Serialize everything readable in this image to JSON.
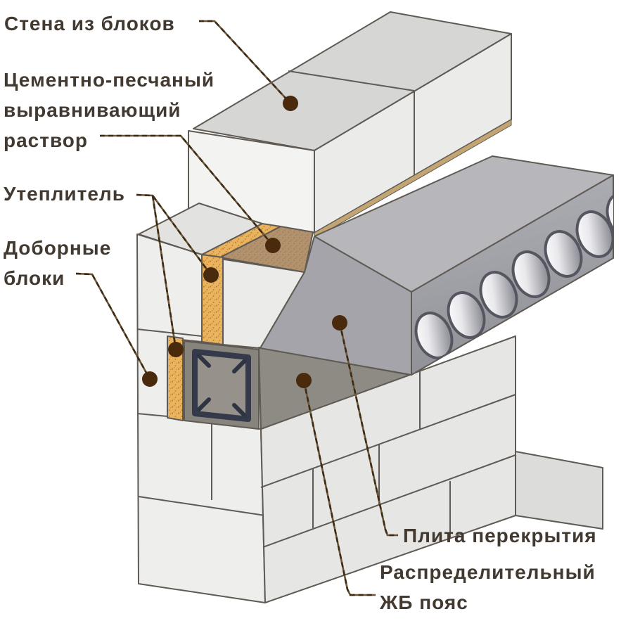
{
  "diagram_type": "construction-detail",
  "language": "ru",
  "labels": {
    "wall_blocks": "Стена из блоков",
    "mortar": [
      "Цементно-песчаный",
      "выравнивающий",
      "раствор"
    ],
    "insulation": "Утеплитель",
    "filler_blocks": [
      "Доборные",
      "блоки"
    ],
    "floor_slab": "Плита перекрытия",
    "belt": [
      "Распределительный",
      "ЖБ пояс"
    ]
  },
  "colors": {
    "background": "#ffffff",
    "outline": "#5f5a54",
    "block_top": "#d6d6d4",
    "block_end": "#f3f3f1",
    "block_front": "#ebebe9",
    "block_left_face": "#eeeeec",
    "block_right_face": "#e6e6e4",
    "block_extra": "#dcdcda",
    "mortar_line": "#c3a573",
    "slab_top": "#b7b7bb",
    "slab_side": "#a4a4aa",
    "belt_top": "#8e8a84",
    "belt_face": "#87837d",
    "stirrup_fill": "#96918b",
    "rebar": "#343a49",
    "insulation_base": "#eab35f",
    "insulation_speckle": "#c08630",
    "mortar_base": "#b2926e",
    "leader": "#6b5535",
    "leader_dash": "#3a2a16",
    "dot": "#4a2a0d",
    "text": "#423a31"
  }
}
